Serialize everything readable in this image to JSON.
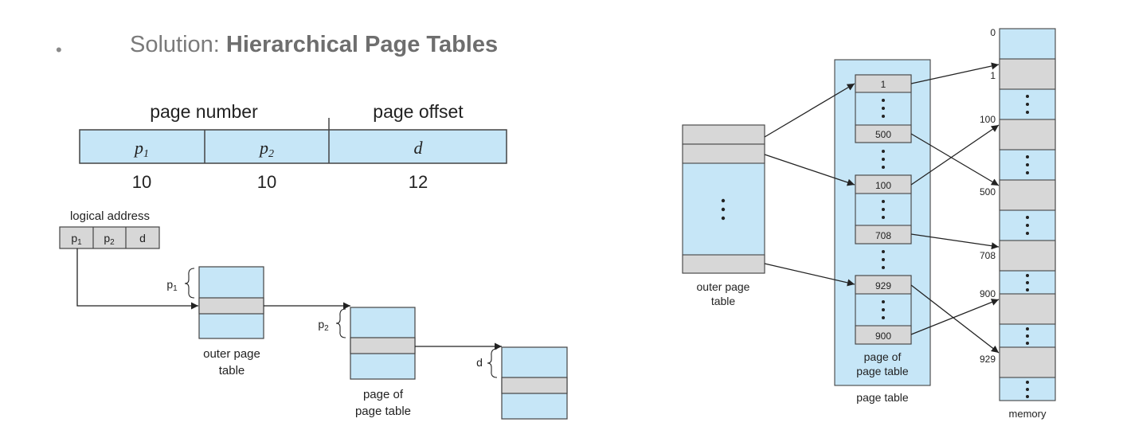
{
  "slide": {
    "bullet": "•",
    "title_prefix": "Solution: ",
    "title_bold": "Hierarchical Page Tables"
  },
  "address_format": {
    "page_number_label": "page number",
    "page_offset_label": "page offset",
    "fields": [
      {
        "symbol": "p",
        "subscript": "1",
        "bits": "10"
      },
      {
        "symbol": "p",
        "subscript": "2",
        "bits": "10"
      },
      {
        "symbol": "d",
        "subscript": "",
        "bits": "12"
      }
    ]
  },
  "translation": {
    "logical_address_label": "logical address",
    "fields": [
      {
        "symbol": "p",
        "subscript": "1"
      },
      {
        "symbol": "p",
        "subscript": "2"
      },
      {
        "symbol": "d",
        "subscript": ""
      }
    ],
    "p1_brace_label": "p",
    "p1_brace_sub": "1",
    "p2_brace_label": "p",
    "p2_brace_sub": "2",
    "d_brace_label": "d",
    "outer_table_label": [
      "outer page",
      "table"
    ],
    "page_of_table_label": [
      "page of",
      "page table"
    ]
  },
  "structure": {
    "outer_label": [
      "outer page",
      "table"
    ],
    "inner_label": [
      "page of",
      "page table"
    ],
    "page_table_label": "page table",
    "memory_label": "memory",
    "entries": [
      "1",
      "500",
      "100",
      "708",
      "929",
      "900"
    ],
    "memory_ticks": [
      "0",
      "1",
      "100",
      "500",
      "708",
      "900",
      "929"
    ]
  },
  "colors": {
    "cell_fill": "#c6e6f7",
    "highlight_fill": "#d7d7d7",
    "stroke": "#444444"
  }
}
